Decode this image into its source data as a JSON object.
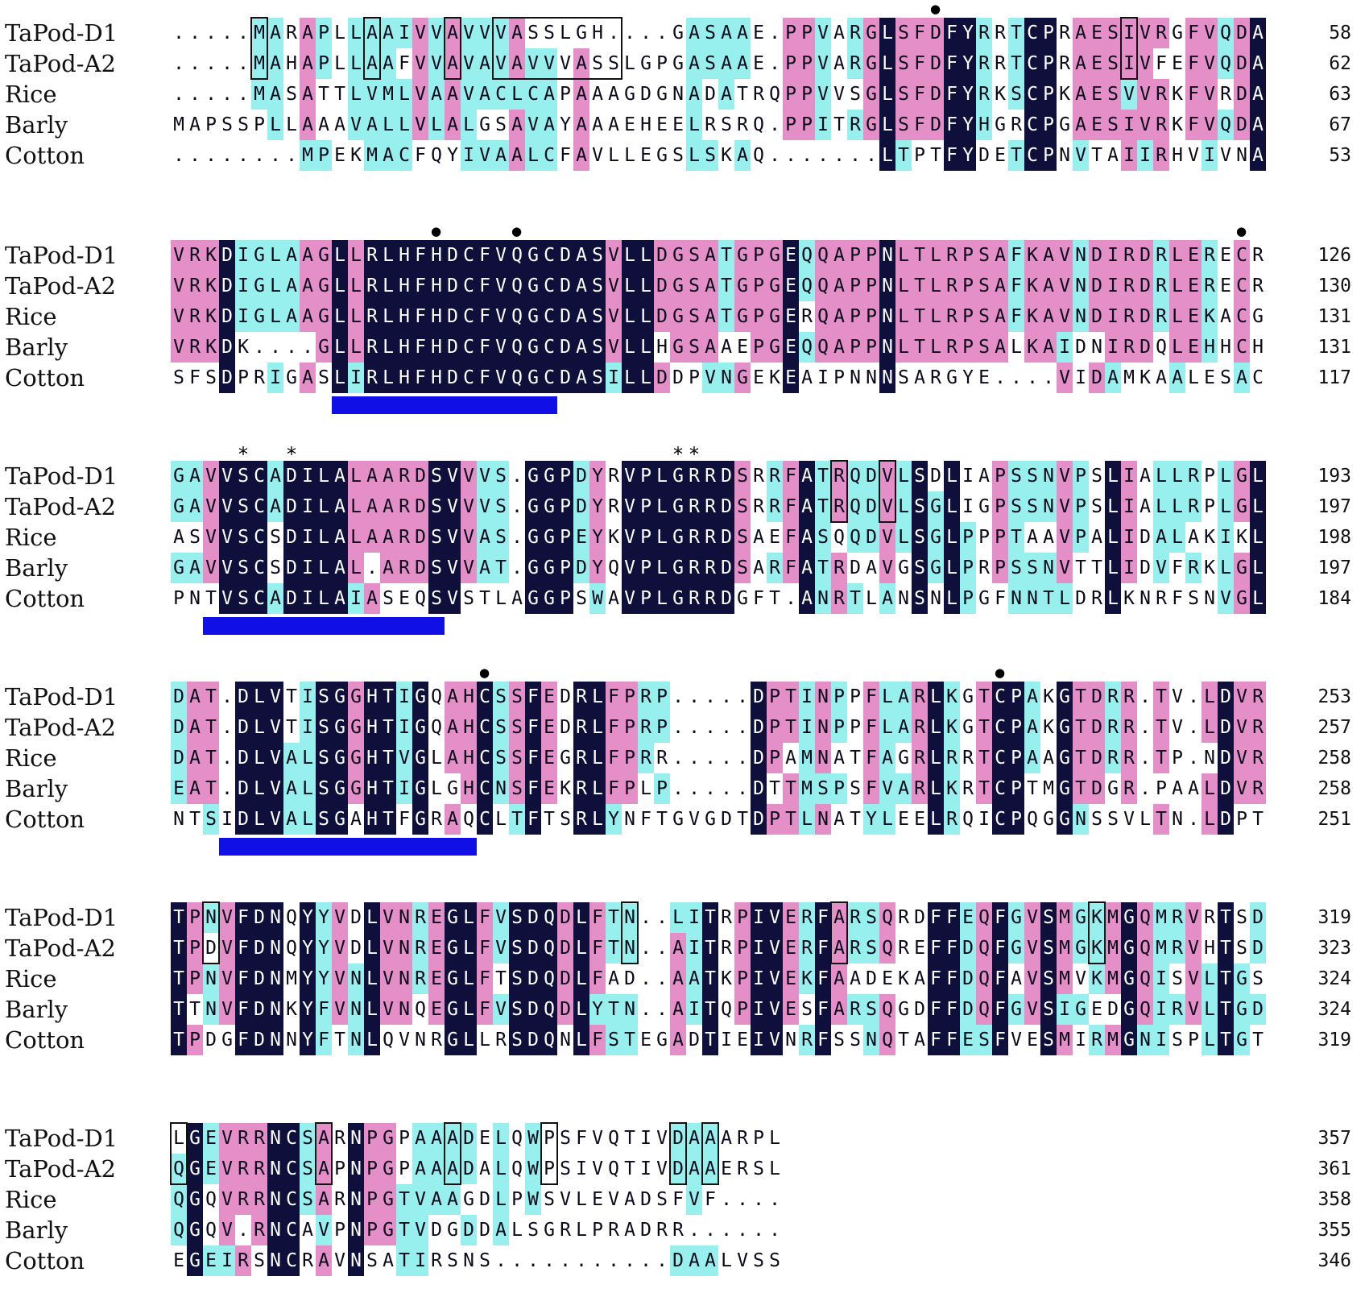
{
  "alignment": {
    "blocks": [
      {
        "rows": [
          {
            "name": "TaPod-D1",
            "seq": ".....MARAPLLAAIVVAVVVASSLGH....GASAAE.PPVARGLSFDFYRRTCPRAESIVRGFVQDA",
            "end": "58"
          },
          {
            "name": "TaPod-A2",
            "seq": ".....MAHAPLLAAFVVAVAVAVVVASSLGPGASAAE.PPVARGLSFDFYRRTCPRAESIVFEFVQDA",
            "end": "62"
          },
          {
            "name": "Rice",
            "seq": ".....MASATTLVMLVAAVACLCAPAAAGDGNADATRQPPVVSGLSFDFYRKSCPKAESVVRKFVRDA",
            "end": "63"
          },
          {
            "name": "Barly",
            "seq": "MAPSSPLLAAAVALLVLALGSAVAYAAAEHEELRSRQ.PPITRGLSFDFYHGRCPGAESIVRKFVQDA",
            "end": "67"
          },
          {
            "name": "Cotton",
            "seq": "........MPEKMACFQYIVAALCFAVLLEGSLSKAQ.......LTPTFYDETCPNVTAIIRHVIVNA",
            "end": "53"
          }
        ]
      },
      {
        "rows": [
          {
            "name": "TaPod-D1",
            "seq": "VRKDIGLAAGLLRLHFHDCFVQGCDASVLLDGSATGPGEQQAPPNLTLRPSAFKAVNDIRDRLERECR",
            "end": "126"
          },
          {
            "name": "TaPod-A2",
            "seq": "VRKDIGLAAGLLRLHFHDCFVQGCDASVLLDGSATGPGEQQAPPNLTLRPSAFKAVNDIRDRLERECR",
            "end": "130"
          },
          {
            "name": "Rice",
            "seq": "VRKDIGLAAGLLRLHFHDCFVQGCDASVLLDGSATGPGERQAPPNLTLRPSAFKAVNDIRDRLEKACG",
            "end": "131"
          },
          {
            "name": "Barly",
            "seq": "VRKDK....GLLRLHFHDCFVQGCDASVLLHGSAAEPGEQQAPPNLTLRPSALKAIDNIRDQLEHHCH",
            "end": "131"
          },
          {
            "name": "Cotton",
            "seq": "SFSDPRIGASLIRLHFHDCFVQGCDASILLDDPVNGEKEAIPNNNSARGYE....VIDAMKAALESAC",
            "end": "117"
          }
        ]
      },
      {
        "rows": [
          {
            "name": "TaPod-D1",
            "seq": "GAVVSCADILALAARDSVVVS.GGPDYRVPLGRRDSRRFATRQDVLSDLIAPSSNVPSLIALLRPLGL",
            "end": "193"
          },
          {
            "name": "TaPod-A2",
            "seq": "GAVVSCADILALAARDSVVVS.GGPDYRVPLGRRDSRRFATRQDVLSGLIGPSSNVPSLIALLRPLGL",
            "end": "197"
          },
          {
            "name": "Rice",
            "seq": "ASVVSCSDILALAARDSVVAS.GGPEYKVPLGRRDSAEFASQQDVLSGLPPPTAAVPALIDALAKIKL",
            "end": "198"
          },
          {
            "name": "Barly",
            "seq": "GAVVSCSDILAL.ARDSVVAT.GGPDYQVPLGRRDSARFATRDAVGSGLPRPSSNVTTLIDVFRKLGL",
            "end": "197"
          },
          {
            "name": "Cotton",
            "seq": "PNTVSCADILAIASEQSVSTLAGGPSWAVPLGRRDGFT.ANRTLANSNLPGFNNTLDRLKNRFSNVGL",
            "end": "184"
          }
        ]
      },
      {
        "rows": [
          {
            "name": "TaPod-D1",
            "seq": "DAT.DLVTISGGHTIGQAHCSSFEDRLFPRP.....DPTINPPFLARLKGTCPAKGTDRR.TV.LDVR",
            "end": "253"
          },
          {
            "name": "TaPod-A2",
            "seq": "DAT.DLVTISGGHTIGQAHCSSFEDRLFPRP.....DPTINPPFLARLKGTCPAKGTDRR.TV.LDVR",
            "end": "257"
          },
          {
            "name": "Rice",
            "seq": "DAT.DLVALSGGHTVGLAHCSSFEGRLFPRR.....DPAMNATFAGRLRRTCPAAGTDRR.TP.NDVR",
            "end": "258"
          },
          {
            "name": "Barly",
            "seq": "EAT.DLVALSGGHTIGLGHCNSFEKRLFPLP.....DTTMSPSFVARLKRTCPTMGTDGR.PAALDVR",
            "end": "258"
          },
          {
            "name": "Cotton",
            "seq": "NTSIDLVALSGAHTFGRAQCLTFTSRLYNFTGVGDTDPTLNATYLEELRQICPQGGNSSVLTN.LDPT",
            "end": "251"
          }
        ]
      },
      {
        "rows": [
          {
            "name": "TaPod-D1",
            "seq": "TPNVFDNQYYVDLVNREGLFVSDQDLFTN..LITRPIVERFARSQRDFFEQFGVSMGKMGQMRVRTSD",
            "end": "319"
          },
          {
            "name": "TaPod-A2",
            "seq": "TPDVFDNQYYVDLVNREGLFVSDQDLFTN..AITRPIVERFARSQREFFDQFGVSMGKMGQMRVHTSD",
            "end": "323"
          },
          {
            "name": "Rice",
            "seq": "TPNVFDNMYYVNLVNREGLFTSDQDLFAD..AATKPIVEKFAADEKAFFDQFAVSMVKMGQISVLTGS",
            "end": "324"
          },
          {
            "name": "Barly",
            "seq": "TTNVFDNKYFVNLVNQEGLFVSDQDLYTN..AITQPIVESFARSQGDFFDQFGVSIGEDGQIRVLTGD",
            "end": "324"
          },
          {
            "name": "Cotton",
            "seq": "TPDGFDNNYFTNLQVNRGLLRSDQNLFSTEGADTIEIVNRFSSNQTAFFESFVESMIRMGNISPLTGT",
            "end": "319"
          }
        ]
      },
      {
        "rows": [
          {
            "name": "TaPod-D1",
            "seq": "LGEVRRNCSARNPGPAAADELQWPSFVQTIVDAAARPL",
            "end": "357"
          },
          {
            "name": "TaPod-A2",
            "seq": "QGEVRRNCSAPNPGPAAADALQWPSIVQTIVDAAERSL",
            "end": "361"
          },
          {
            "name": "Rice",
            "seq": "QGQVRRNCSARNPGTVAAGDLPWSVLEVADSFVF....",
            "end": "358"
          },
          {
            "name": "Barly",
            "seq": "QGQV.RNCAVPNPGTVDGDDALSGRLPRADRR......",
            "end": "355"
          },
          {
            "name": "Cotton",
            "seq": "EGEIRSNCRAVNSATIRSNS...........DAALVSS",
            "end": "346"
          }
        ]
      }
    ],
    "boxes": [
      {
        "block": 0,
        "from": 5,
        "to": 5
      },
      {
        "block": 0,
        "from": 12,
        "to": 12
      },
      {
        "block": 0,
        "from": 17,
        "to": 17
      },
      {
        "block": 0,
        "from": 20,
        "to": 27
      },
      {
        "block": 0,
        "from": 59,
        "to": 59
      },
      {
        "block": 2,
        "from": 41,
        "to": 41
      },
      {
        "block": 2,
        "from": 44,
        "to": 44
      },
      {
        "block": 4,
        "from": 2,
        "to": 2
      },
      {
        "block": 4,
        "from": 28,
        "to": 28
      },
      {
        "block": 4,
        "from": 41,
        "to": 41
      },
      {
        "block": 4,
        "from": 57,
        "to": 57
      },
      {
        "block": 5,
        "from": 0,
        "to": 0
      },
      {
        "block": 5,
        "from": 9,
        "to": 9
      },
      {
        "block": 5,
        "from": 17,
        "to": 17
      },
      {
        "block": 5,
        "from": 23,
        "to": 23
      },
      {
        "block": 5,
        "from": 31,
        "to": 31
      },
      {
        "block": 5,
        "from": 33,
        "to": 33
      }
    ],
    "bars": [
      {
        "block": 1,
        "from": 10,
        "to": 23
      },
      {
        "block": 2,
        "from": 2,
        "to": 16
      },
      {
        "block": 3,
        "from": 3,
        "to": 18
      }
    ],
    "markers": [
      {
        "block": 0,
        "col": 47,
        "symbol": "●"
      },
      {
        "block": 1,
        "col": 16,
        "symbol": "●"
      },
      {
        "block": 1,
        "col": 21,
        "symbol": "●"
      },
      {
        "block": 1,
        "col": 66,
        "symbol": "●"
      },
      {
        "block": 2,
        "col": 4,
        "symbol": "*"
      },
      {
        "block": 2,
        "col": 7,
        "symbol": "*"
      },
      {
        "block": 2,
        "col": 31,
        "symbol": "*"
      },
      {
        "block": 2,
        "col": 32,
        "symbol": "*"
      },
      {
        "block": 3,
        "col": 19,
        "symbol": "●"
      },
      {
        "block": 3,
        "col": 51,
        "symbol": "●"
      }
    ],
    "colors": {
      "identical": "#0e0f3b",
      "high_similarity": "#e58fc9",
      "low_similarity": "#97efee",
      "motif_bar": "#1010e6"
    }
  }
}
